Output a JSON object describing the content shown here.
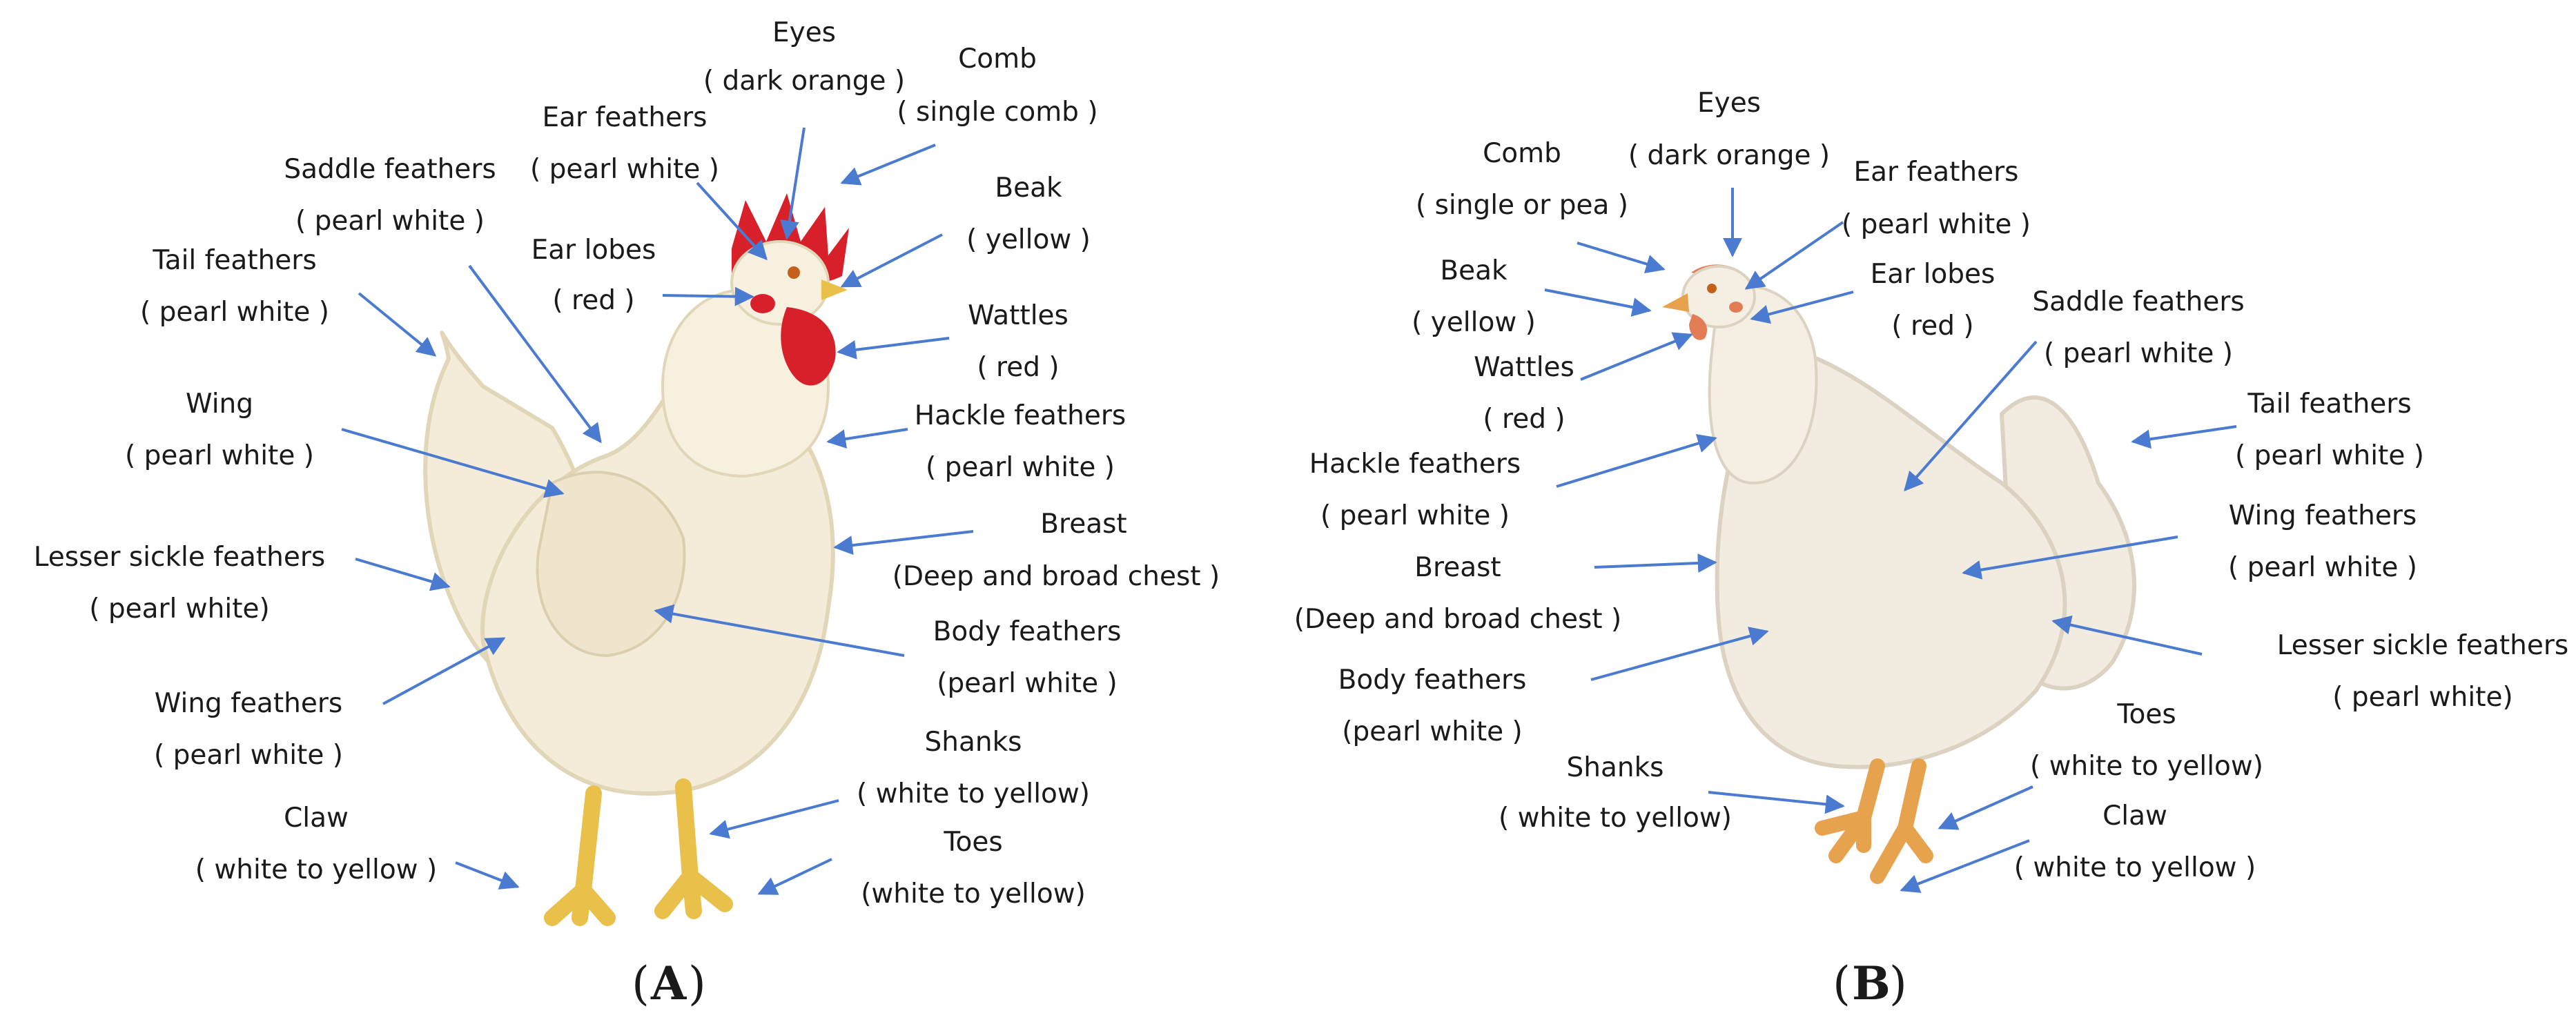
{
  "figure": {
    "panel_a": {
      "letter": "A",
      "labels": [
        {
          "id": "eyes",
          "name": "Eyes",
          "value": "( dark orange )"
        },
        {
          "id": "comb",
          "name": "Comb",
          "value": "( single comb )"
        },
        {
          "id": "ear-feathers",
          "name": "Ear feathers",
          "value": "( pearl white )"
        },
        {
          "id": "saddle-feathers",
          "name": "Saddle feathers",
          "value": "( pearl white )"
        },
        {
          "id": "beak",
          "name": "Beak",
          "value": "( yellow )"
        },
        {
          "id": "tail-feathers",
          "name": "Tail feathers",
          "value": "( pearl white )"
        },
        {
          "id": "ear-lobes",
          "name": "Ear lobes",
          "value": "( red )"
        },
        {
          "id": "wattles",
          "name": "Wattles",
          "value": "( red )"
        },
        {
          "id": "wing",
          "name": "Wing",
          "value": "( pearl white )"
        },
        {
          "id": "hackle-feathers",
          "name": "Hackle feathers",
          "value": "( pearl white )"
        },
        {
          "id": "lesser-sickle-feathers",
          "name": "Lesser sickle feathers",
          "value": "( pearl white)"
        },
        {
          "id": "breast",
          "name": "Breast",
          "value": "(Deep and broad chest )"
        },
        {
          "id": "body-feathers",
          "name": "Body feathers",
          "value": "(pearl white )"
        },
        {
          "id": "wing-feathers",
          "name": "Wing feathers",
          "value": "( pearl white )"
        },
        {
          "id": "shanks",
          "name": "Shanks",
          "value": "( white to yellow)"
        },
        {
          "id": "claw",
          "name": "Claw",
          "value": "( white to yellow )"
        },
        {
          "id": "toes",
          "name": "Toes",
          "value": "(white to yellow)"
        }
      ]
    },
    "panel_b": {
      "letter": "B",
      "labels": [
        {
          "id": "eyes",
          "name": "Eyes",
          "value": "( dark orange )"
        },
        {
          "id": "comb",
          "name": "Comb",
          "value": "( single or pea )"
        },
        {
          "id": "ear-feathers",
          "name": "Ear feathers",
          "value": "( pearl white )"
        },
        {
          "id": "beak",
          "name": "Beak",
          "value": "( yellow )"
        },
        {
          "id": "ear-lobes",
          "name": "Ear lobes",
          "value": "( red )"
        },
        {
          "id": "wattles",
          "name": "Wattles",
          "value": "( red )"
        },
        {
          "id": "saddle-feathers",
          "name": "Saddle feathers",
          "value": "( pearl white )"
        },
        {
          "id": "tail-feathers",
          "name": "Tail feathers",
          "value": "( pearl white )"
        },
        {
          "id": "hackle-feathers",
          "name": "Hackle feathers",
          "value": "( pearl white )"
        },
        {
          "id": "wing-feathers",
          "name": "Wing feathers",
          "value": "( pearl white )"
        },
        {
          "id": "breast",
          "name": "Breast",
          "value": "(Deep and broad chest )"
        },
        {
          "id": "lesser-sickle-feathers",
          "name": "Lesser sickle feathers",
          "value": "( pearl white)"
        },
        {
          "id": "body-feathers",
          "name": "Body feathers",
          "value": "(pearl white )"
        },
        {
          "id": "toes",
          "name": "Toes",
          "value": "( white to yellow)"
        },
        {
          "id": "shanks",
          "name": "Shanks",
          "value": "( white to yellow)"
        },
        {
          "id": "claw",
          "name": "Claw",
          "value": "( white to yellow )"
        }
      ]
    }
  },
  "colors": {
    "arrow": "#4a7bd0",
    "comb_red": "#d8202a",
    "feather_cream": "#f4ecd8",
    "feather_shadow": "#e2d6b8",
    "legs_yellow": "#e9c04a",
    "legs_orange": "#e7a24e"
  }
}
